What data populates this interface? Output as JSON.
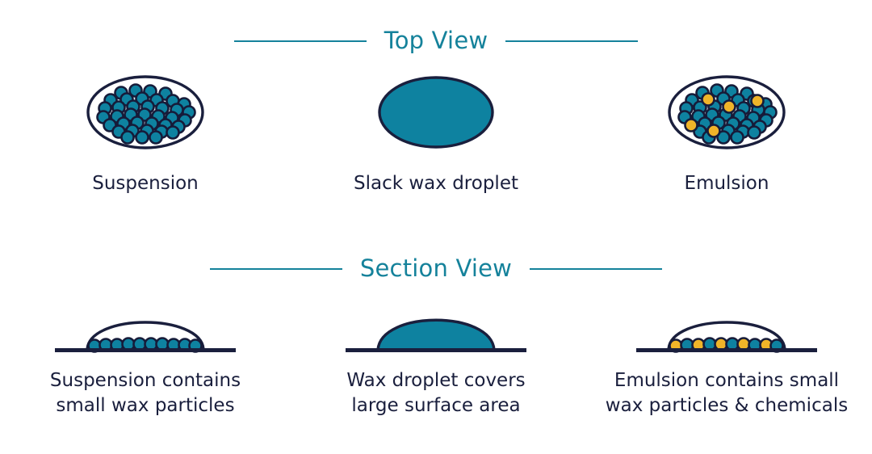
{
  "palette": {
    "background": "#ffffff",
    "teal": "#0e82a0",
    "teal_accent": "#15829b",
    "navy": "#1a1f3d",
    "outline": "#161b39",
    "yellow": "#f0b429",
    "text": "#1a1f3d"
  },
  "sections": [
    {
      "id": "top-view",
      "title": "Top View",
      "columns": [
        {
          "id": "suspension",
          "label": "Suspension",
          "figure": "ellipse-with-teal-particles"
        },
        {
          "id": "slack-wax-droplet",
          "label": "Slack wax droplet",
          "figure": "filled-teal-ellipse"
        },
        {
          "id": "emulsion",
          "label": "Emulsion",
          "figure": "ellipse-with-teal-and-yellow-particles"
        }
      ]
    },
    {
      "id": "section-view",
      "title": "Section View",
      "columns": [
        {
          "id": "suspension-section",
          "label": "Suspension contains\nsmall wax particles",
          "figure": "dome-outline-with-teal-particle-row"
        },
        {
          "id": "wax-droplet-section",
          "label": "Wax droplet covers\nlarge surface area",
          "figure": "filled-teal-dome"
        },
        {
          "id": "emulsion-section",
          "label": "Emulsion contains small\nwax particles & chemicals",
          "figure": "dome-outline-with-mixed-particle-row"
        }
      ]
    }
  ]
}
